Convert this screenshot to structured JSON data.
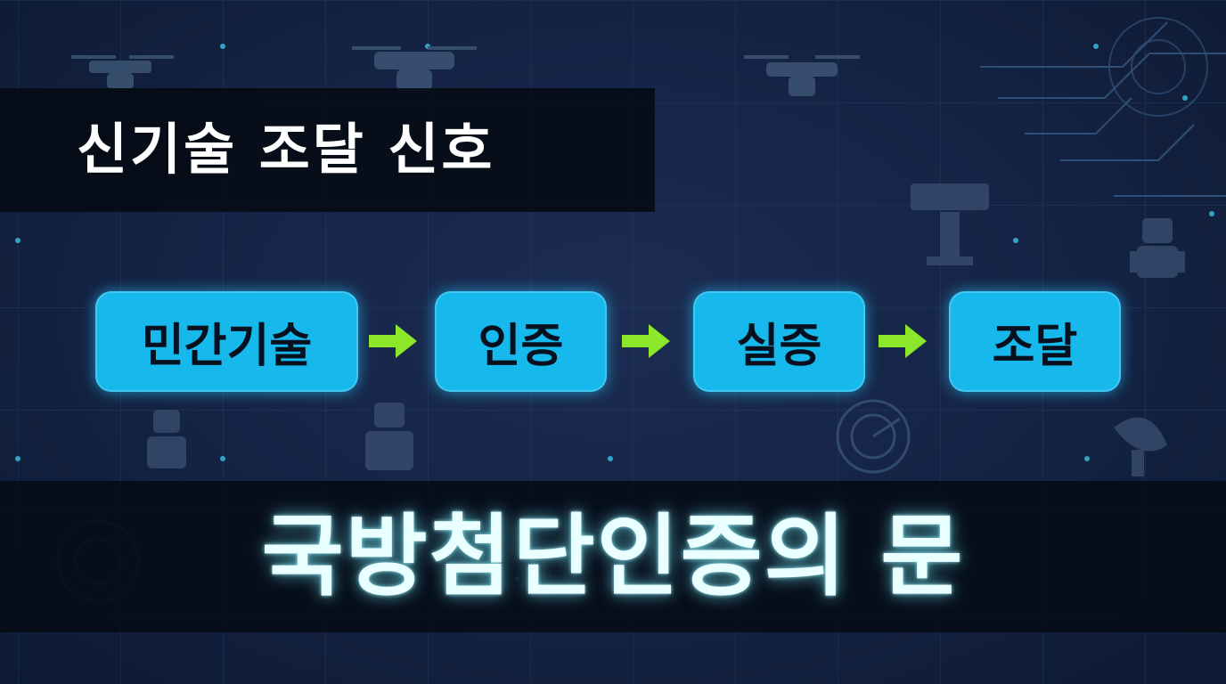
{
  "title": "신기술 조달 신호",
  "flow": [
    {
      "label": "민간기술"
    },
    {
      "label": "인증"
    },
    {
      "label": "실증"
    },
    {
      "label": "조달"
    }
  ],
  "headline": "국방첨단인증의 문",
  "colors": {
    "background": "#142344",
    "step_fill": "#17b8ec",
    "step_text": "#06101e",
    "arrow": "#8ce62a",
    "band": "#060c16",
    "headline_glow": "#78f0ff"
  },
  "background_icons": [
    "drone-icon",
    "robot-icon",
    "radar-icon",
    "satellite-dish-icon",
    "circuit-lines"
  ]
}
